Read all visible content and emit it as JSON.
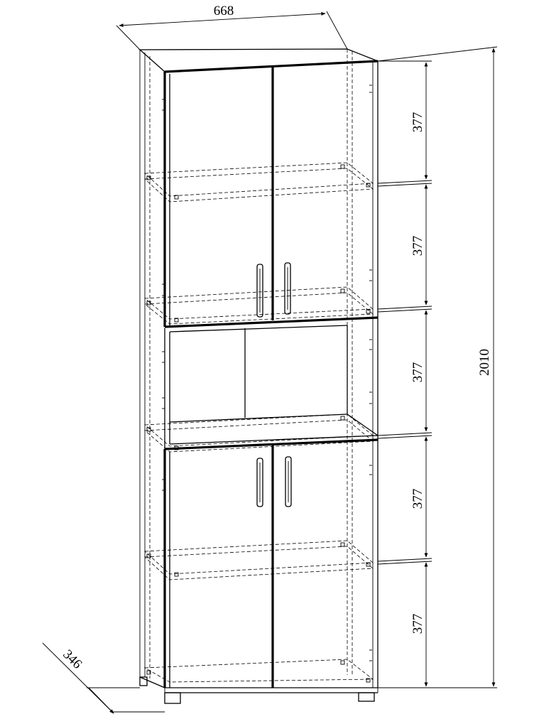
{
  "dimensions": {
    "width": "668",
    "depth": "346",
    "height": "2010",
    "sections": [
      "377",
      "377",
      "377",
      "377",
      "377"
    ]
  }
}
